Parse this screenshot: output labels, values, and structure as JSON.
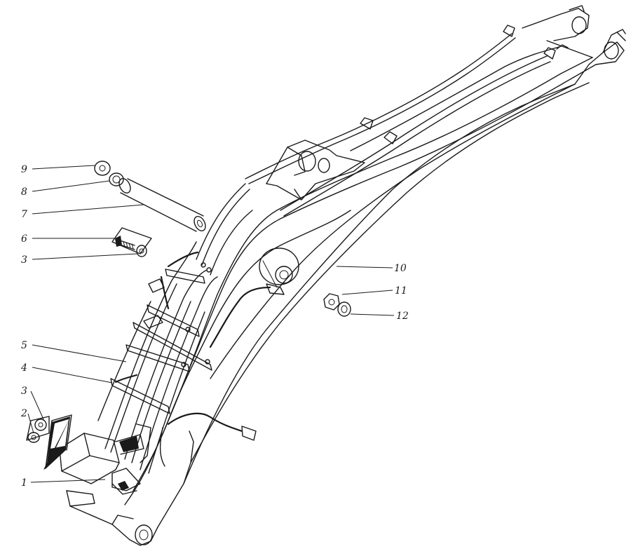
{
  "callouts": [
    {
      "id": "9",
      "text": "9"
    },
    {
      "id": "8",
      "text": "8"
    },
    {
      "id": "7",
      "text": "7"
    },
    {
      "id": "6",
      "text": "6"
    },
    {
      "id": "3a",
      "text": "3"
    },
    {
      "id": "5",
      "text": "5"
    },
    {
      "id": "4",
      "text": "4"
    },
    {
      "id": "3b",
      "text": "3"
    },
    {
      "id": "2",
      "text": "2"
    },
    {
      "id": "1",
      "text": "1"
    },
    {
      "id": "10",
      "text": "10"
    },
    {
      "id": "11",
      "text": "11"
    },
    {
      "id": "12",
      "text": "12"
    }
  ],
  "line_color": "#1a1a1a",
  "background": "#ffffff"
}
